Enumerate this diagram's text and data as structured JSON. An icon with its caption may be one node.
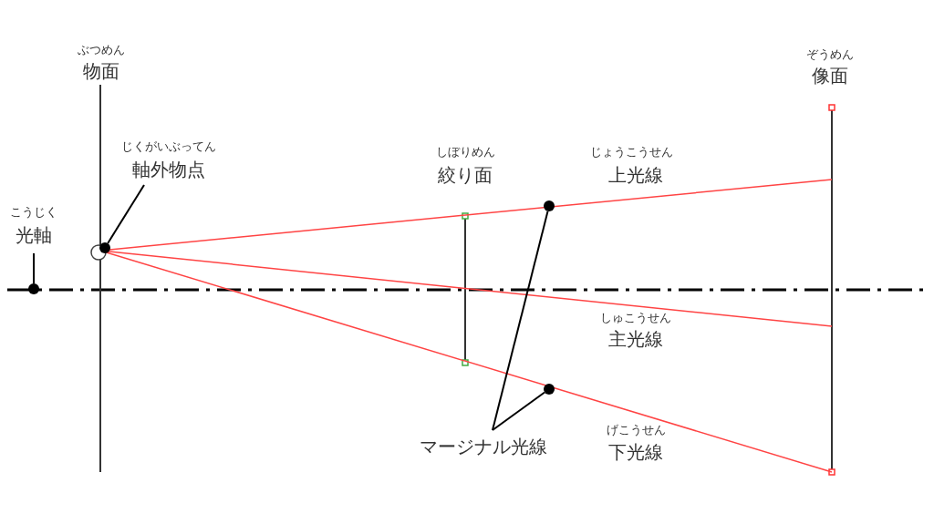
{
  "diagram": {
    "nodes": [
      {
        "text": [
          "じくがいぶってん",
          "軸外物点"
        ]
      },
      {
        "text": [],
        "shape": "circle"
      },
      {
        "text": [
          "こうじく",
          "光軸"
        ]
      },
      {
        "text": [],
        "shape": "circle"
      },
      {
        "text": [
          "マージナル光線"
        ]
      },
      {
        "text": [],
        "shape": "circle"
      },
      {
        "text": [],
        "shape": "circle"
      }
    ],
    "edges": [
      {
        "from": 0,
        "to": 1,
        "arrow": "none"
      },
      {
        "from": 2,
        "to": 3,
        "arrow": "none"
      },
      {
        "from": 4,
        "to": 5,
        "arrow": "none"
      },
      {
        "from": 4,
        "to": 6,
        "arrow": "none"
      }
    ],
    "labels": [
      "ぶつめん",
      "物面",
      "ぞうめん",
      "像面",
      "しぼりめん",
      "絞り面",
      "じょうこうせん",
      "上光線",
      "しゅこうせん",
      "主光線",
      "げこうせん",
      "下光線"
    ]
  }
}
